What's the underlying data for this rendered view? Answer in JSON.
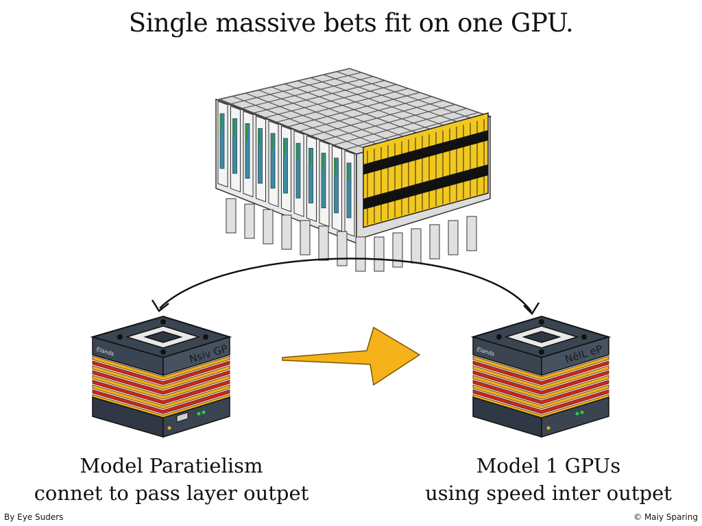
{
  "title": "Single massive bets fit on one GPU.",
  "left_gpu": {
    "label": "Nsiv  GP",
    "brand": "Elands"
  },
  "right_gpu": {
    "label": "NëIL  eP",
    "brand": "Elands"
  },
  "left_caption": {
    "line1": "Model Paratielism",
    "line2": "connet to pass layer outpet"
  },
  "right_caption": {
    "line1": "Model 1 GPUs",
    "line2": "using speed inter outpet"
  },
  "credits": {
    "left": "By Eye Suders",
    "right": "© Maiy Sparing"
  },
  "colors": {
    "arrow": "#f5b21a",
    "fins_red": "#c8281e",
    "fins_gold": "#e6b21c",
    "gpu_body": "#3b4552",
    "server_yellow": "#f2c81e",
    "server_blue": "#3f8aa3"
  }
}
